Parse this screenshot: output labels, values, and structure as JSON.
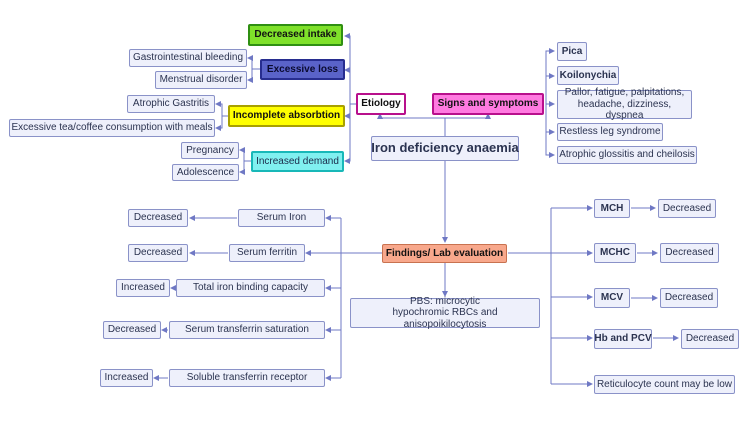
{
  "central": "Iron deficiency anaemia",
  "etiology": {
    "label": "Etiology",
    "decreased_intake": "Decreased intake",
    "excessive_loss": "Excessive loss",
    "gi_bleeding": "Gastrointestinal bleeding",
    "menstrual": "Menstrual disorder",
    "incomplete_absorption": "Incomplete absorbtion",
    "atrophic_gastritis": "Atrophic Gastritis",
    "tea_coffee": "Excessive tea/coffee consumption with meals",
    "increased_demand": "Increased demand",
    "pregnancy": "Pregnancy",
    "adolescence": "Adolescence"
  },
  "signs": {
    "label": "Signs and symptoms",
    "pica": "Pica",
    "koilonychia": "Koilonychia",
    "pallor_line1": "Pallor, fatigue, palpitations,",
    "pallor_line2": "headache, dizziness, dyspnea",
    "restless_leg": "Restless leg syndrome",
    "atrophic_glossitis": "Atrophic glossitis and cheilosis"
  },
  "findings": {
    "label": "Findings/ Lab evaluation",
    "pbs_line1": "PBS: microcytic",
    "pbs_line2": "hypochromic RBCs and anisopoikilocytosis",
    "left": [
      {
        "test": "Serum Iron",
        "result": "Decreased"
      },
      {
        "test": "Serum ferritin",
        "result": "Decreased"
      },
      {
        "test": "Total iron binding capacity",
        "result": "Increased"
      },
      {
        "test": "Serum transferrin saturation",
        "result": "Decreased"
      },
      {
        "test": "Soluble transferrin receptor",
        "result": "Increased"
      }
    ],
    "right": [
      {
        "test": "MCH",
        "result": "Decreased"
      },
      {
        "test": "MCHC",
        "result": "Decreased"
      },
      {
        "test": "MCV",
        "result": "Decreased"
      },
      {
        "test": "Hb and PCV",
        "result": "Decreased"
      },
      {
        "test": "Reticulocyte count may be low",
        "result": ""
      }
    ]
  },
  "colors": {
    "connector": "#6f78c4",
    "central_fill": "#eef0fb",
    "findings_fill": "#f8a88c",
    "etiology_border": "#b8108c",
    "signs_fill": "#ff7ae0"
  }
}
